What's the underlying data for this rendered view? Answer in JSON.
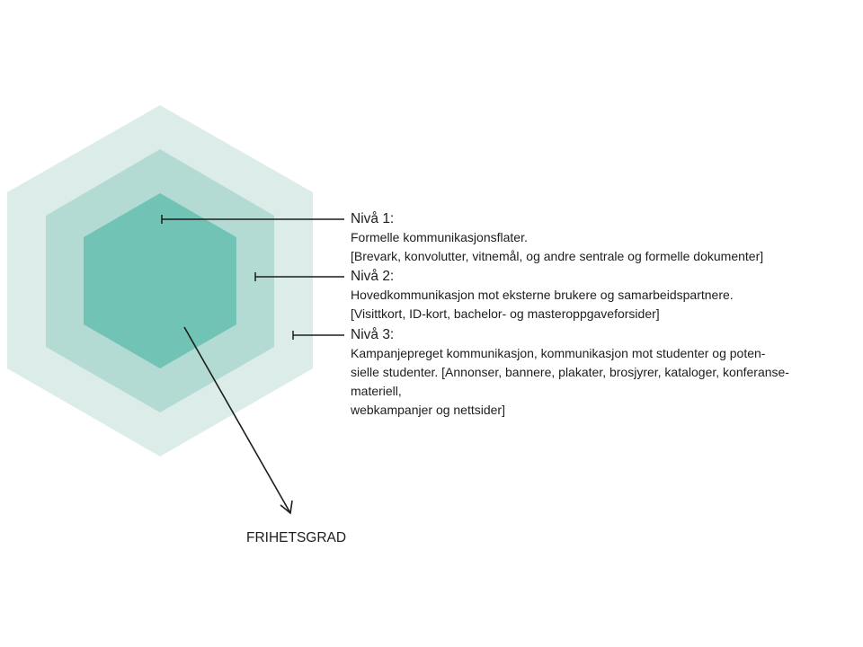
{
  "colors": {
    "outer_hexagon": "#dcede9",
    "middle_hexagon": "#b4dbd3",
    "inner_hexagon": "#70c3b5",
    "line": "#1d1d1b",
    "text": "#1d1d1b"
  },
  "levels": [
    {
      "title": "Nivå 1:",
      "lines": [
        "Formelle kommunikasjonsflater.",
        "[Brevark, konvolutter, vitnemål, og andre sentrale og formelle dokumenter]"
      ]
    },
    {
      "title": "Nivå 2:",
      "lines": [
        "Hovedkommunikasjon mot eksterne brukere og samarbeidspartnere.",
        "[Visittkort, ID-kort, bachelor- og masteroppgaveforsider]"
      ]
    },
    {
      "title": "Nivå 3:",
      "lines": [
        "Kampanjepreget kommunikasjon, kommunikasjon mot studenter og poten-",
        "sielle studenter. [Annonser, bannere, plakater, brosjyrer, kataloger, konferanse-",
        "materiell,",
        "webkampanjer og nettsider]"
      ]
    }
  ],
  "arrow_label": "FRIHETSGRAD"
}
